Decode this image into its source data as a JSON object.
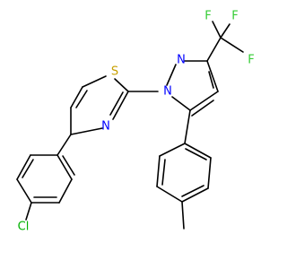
{
  "colors": {
    "bond": "#000000",
    "carbon": "#000000",
    "nitrogen": "#0000ff",
    "sulfur": "#c8a000",
    "fluorine": "#33cc33",
    "chlorine": "#00b000",
    "background": "#ffffff"
  },
  "atoms": {
    "s1": {
      "label": "S",
      "element": "sulfur"
    },
    "n_thiazole": {
      "label": "N",
      "element": "nitrogen"
    },
    "n1_pyrazole": {
      "label": "N",
      "element": "nitrogen"
    },
    "n2_pyrazole": {
      "label": "N",
      "element": "nitrogen"
    },
    "f1": {
      "label": "F",
      "element": "fluorine"
    },
    "f2": {
      "label": "F",
      "element": "fluorine"
    },
    "f3": {
      "label": "F",
      "element": "fluorine"
    },
    "cl": {
      "label": "Cl",
      "element": "chlorine"
    }
  }
}
